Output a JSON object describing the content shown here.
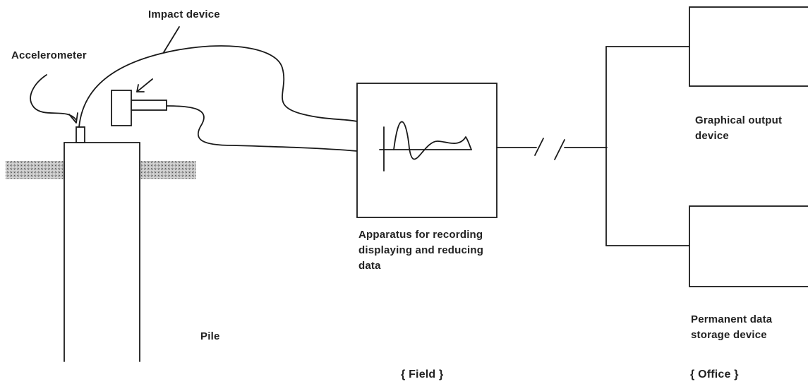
{
  "labels": {
    "impact_device": "Impact device",
    "accelerometer": "Accelerometer",
    "apparatus": [
      "Apparatus for recording",
      "displaying and reducing",
      "data"
    ],
    "graphical_output": [
      "Graphical output",
      "device"
    ],
    "permanent_storage": [
      "Permanent data",
      "storage device"
    ],
    "pile": "Pile",
    "field": "{ Field }",
    "office": "{ Office }"
  },
  "colors": {
    "ink": "#1a1a1a",
    "ground_hatch": "#b8b8b8"
  }
}
